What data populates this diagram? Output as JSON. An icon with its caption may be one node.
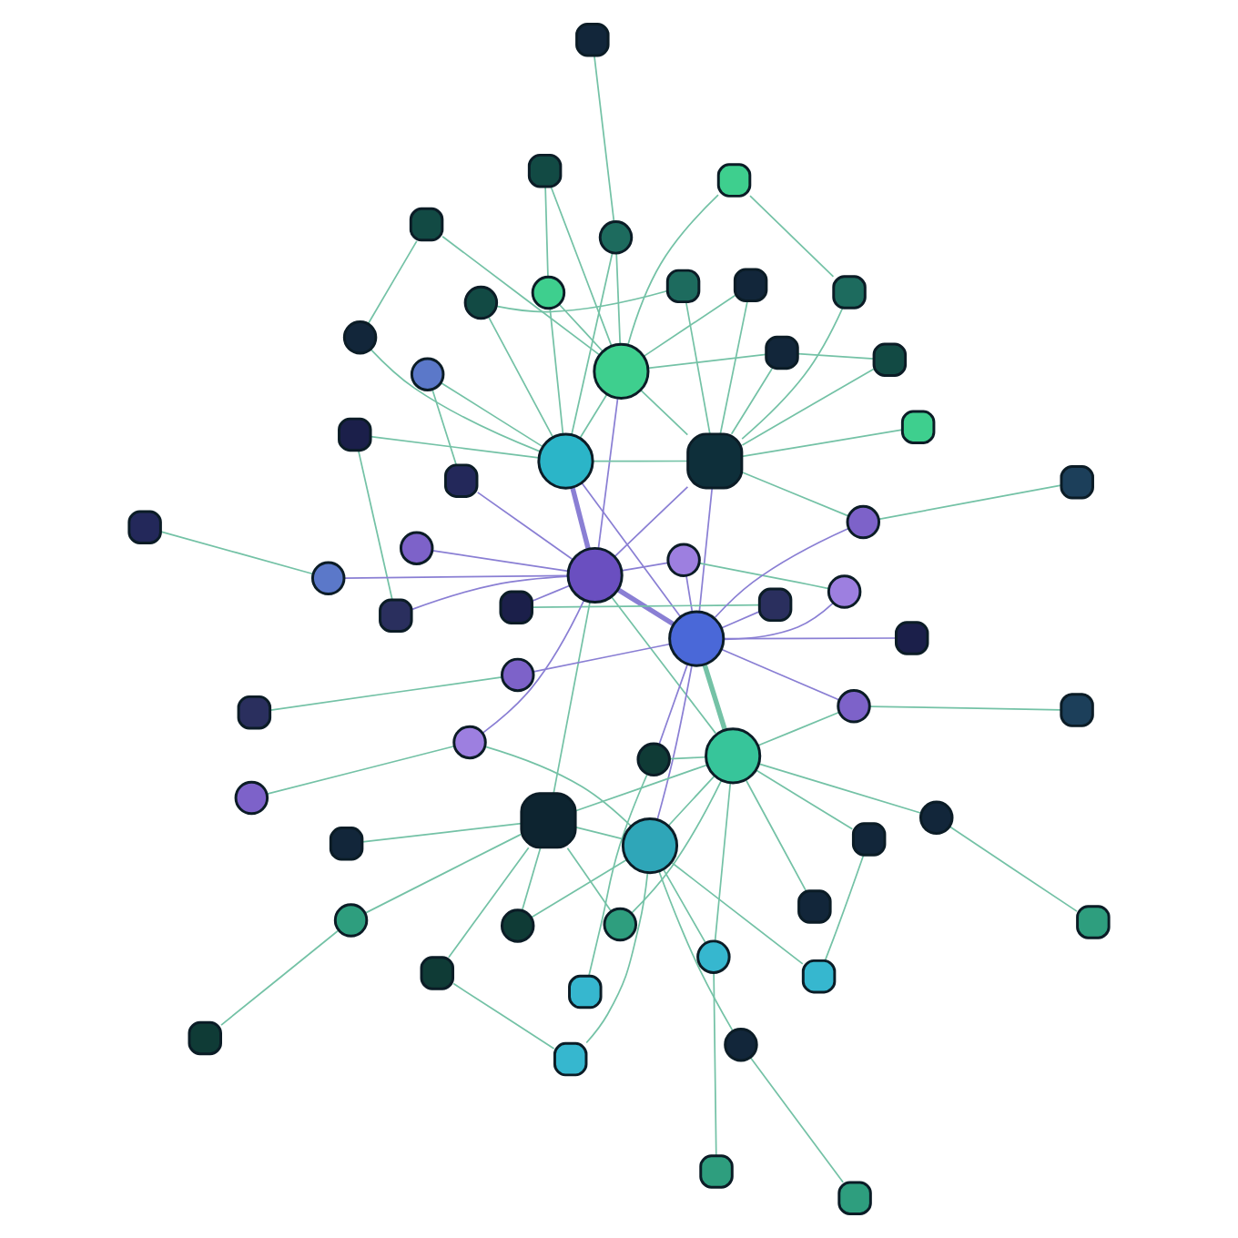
{
  "diagram": {
    "nodes": [
      {
        "text": [],
        "shape": "circle"
      },
      {
        "text": [],
        "shape": "circle"
      },
      {
        "text": [],
        "shape": "box"
      },
      {
        "text": [],
        "shape": "circle"
      },
      {
        "text": [],
        "shape": "circle"
      },
      {
        "text": [],
        "shape": "circle"
      },
      {
        "text": [],
        "shape": "box"
      },
      {
        "text": [],
        "shape": "circle"
      },
      {
        "text": [],
        "shape": "box"
      },
      {
        "text": [],
        "shape": "box"
      },
      {
        "text": [],
        "shape": "circle"
      },
      {
        "text": [],
        "shape": "box"
      },
      {
        "text": [],
        "shape": "box"
      },
      {
        "text": [],
        "shape": "circle"
      },
      {
        "text": [],
        "shape": "box"
      },
      {
        "text": [],
        "shape": "box"
      },
      {
        "text": [],
        "shape": "circle"
      },
      {
        "text": [],
        "shape": "box"
      },
      {
        "text": [],
        "shape": "box"
      },
      {
        "text": [],
        "shape": "circle"
      },
      {
        "text": [],
        "shape": "box"
      },
      {
        "text": [],
        "shape": "box"
      },
      {
        "text": [],
        "shape": "box"
      },
      {
        "text": [],
        "shape": "circle"
      },
      {
        "text": [],
        "shape": "box"
      },
      {
        "text": [],
        "shape": "circle"
      },
      {
        "text": [],
        "shape": "box"
      },
      {
        "text": [],
        "shape": "circle"
      },
      {
        "text": [],
        "shape": "box"
      },
      {
        "text": [],
        "shape": "circle"
      },
      {
        "text": [],
        "shape": "box"
      },
      {
        "text": [],
        "shape": "circle"
      },
      {
        "text": [],
        "shape": "box"
      },
      {
        "text": [],
        "shape": "circle"
      },
      {
        "text": [],
        "shape": "box"
      },
      {
        "text": [],
        "shape": "circle"
      },
      {
        "text": [],
        "shape": "box"
      },
      {
        "text": [],
        "shape": "box"
      },
      {
        "text": [],
        "shape": "circle"
      },
      {
        "text": [],
        "shape": "box"
      },
      {
        "text": [],
        "shape": "circle"
      },
      {
        "text": [],
        "shape": "box"
      },
      {
        "text": [],
        "shape": "box"
      },
      {
        "text": [],
        "shape": "circle"
      },
      {
        "text": [],
        "shape": "box"
      },
      {
        "text": [],
        "shape": "circle"
      },
      {
        "text": [],
        "shape": "box"
      },
      {
        "text": [],
        "shape": "box"
      },
      {
        "text": [],
        "shape": "circle"
      },
      {
        "text": [],
        "shape": "box"
      },
      {
        "text": [],
        "shape": "circle"
      },
      {
        "text": [],
        "shape": "box"
      },
      {
        "text": [],
        "shape": "box"
      },
      {
        "text": [],
        "shape": "circle"
      },
      {
        "text": [],
        "shape": "box"
      },
      {
        "text": [],
        "shape": "circle"
      },
      {
        "text": [],
        "shape": "box"
      },
      {
        "text": [],
        "shape": "circle"
      },
      {
        "text": [],
        "shape": "box"
      },
      {
        "text": [],
        "shape": "circle"
      }
    ],
    "edges": [
      {
        "from": 0,
        "to": 1,
        "arrow": "none"
      },
      {
        "from": 0,
        "to": 2,
        "arrow": "none"
      },
      {
        "from": 1,
        "to": 2,
        "arrow": "none"
      },
      {
        "from": 1,
        "to": 3,
        "arrow": "none",
        "style": "thick",
        "color": "#8a7fd4"
      },
      {
        "from": 2,
        "to": 3,
        "arrow": "none",
        "color": "#8a7fd4"
      },
      {
        "from": 3,
        "to": 4,
        "arrow": "none",
        "style": "thick",
        "color": "#8a7fd4"
      },
      {
        "from": 1,
        "to": 4,
        "arrow": "none",
        "color": "#8a7fd4"
      },
      {
        "from": 4,
        "to": 5,
        "arrow": "none",
        "style": "thick"
      },
      {
        "from": 3,
        "to": 5,
        "arrow": "none"
      },
      {
        "from": 5,
        "to": 6,
        "arrow": "none"
      },
      {
        "from": 6,
        "to": 7,
        "arrow": "none"
      },
      {
        "from": 5,
        "to": 7,
        "arrow": "none"
      },
      {
        "from": 4,
        "to": 7,
        "arrow": "none",
        "color": "#8a7fd4"
      },
      {
        "from": 0,
        "to": 3,
        "arrow": "none",
        "color": "#8a7fd4"
      },
      {
        "from": 2,
        "to": 4,
        "arrow": "none",
        "color": "#8a7fd4"
      },
      {
        "from": 3,
        "to": 6,
        "arrow": "none"
      },
      {
        "from": 8,
        "to": 0,
        "arrow": "none"
      },
      {
        "from": 8,
        "to": 2,
        "arrow": "none"
      },
      {
        "from": 9,
        "to": 0,
        "arrow": "none"
      },
      {
        "from": 10,
        "to": 0,
        "arrow": "none"
      },
      {
        "from": 10,
        "to": 1,
        "arrow": "none"
      },
      {
        "from": 11,
        "to": 2,
        "arrow": "none"
      },
      {
        "from": 12,
        "to": 2,
        "arrow": "none"
      },
      {
        "from": 12,
        "to": 0,
        "arrow": "none"
      },
      {
        "from": 13,
        "to": 1,
        "arrow": "none"
      },
      {
        "from": 14,
        "to": 0,
        "arrow": "none"
      },
      {
        "from": 15,
        "to": 2,
        "arrow": "none"
      },
      {
        "from": 15,
        "to": 13,
        "arrow": "none"
      },
      {
        "from": 16,
        "to": 1,
        "arrow": "none"
      },
      {
        "from": 17,
        "to": 16,
        "arrow": "none"
      },
      {
        "from": 17,
        "to": 0,
        "arrow": "none"
      },
      {
        "from": 18,
        "to": 2,
        "arrow": "none"
      },
      {
        "from": 19,
        "to": 0,
        "arrow": "none"
      },
      {
        "from": 19,
        "to": 1,
        "arrow": "none"
      },
      {
        "from": 20,
        "to": 19,
        "arrow": "none"
      },
      {
        "from": 21,
        "to": 2,
        "arrow": "none"
      },
      {
        "from": 21,
        "to": 8,
        "arrow": "none"
      },
      {
        "from": 9,
        "to": 10,
        "arrow": "none"
      },
      {
        "from": 11,
        "to": 14,
        "arrow": "none"
      },
      {
        "from": 22,
        "to": 3,
        "arrow": "none",
        "color": "#8a7fd4"
      },
      {
        "from": 23,
        "to": 3,
        "arrow": "none",
        "color": "#8a7fd4"
      },
      {
        "from": 23,
        "to": 4,
        "arrow": "none",
        "color": "#8a7fd4"
      },
      {
        "from": 24,
        "to": 1,
        "arrow": "none"
      },
      {
        "from": 25,
        "to": 3,
        "arrow": "none",
        "color": "#8a7fd4"
      },
      {
        "from": 26,
        "to": 4,
        "arrow": "none",
        "color": "#8a7fd4"
      },
      {
        "from": 27,
        "to": 23,
        "arrow": "none"
      },
      {
        "from": 27,
        "to": 4,
        "arrow": "none",
        "color": "#8a7fd4"
      },
      {
        "from": 28,
        "to": 3,
        "arrow": "none",
        "color": "#8a7fd4"
      },
      {
        "from": 29,
        "to": 4,
        "arrow": "none",
        "color": "#8a7fd4"
      },
      {
        "from": 30,
        "to": 29,
        "arrow": "none"
      },
      {
        "from": 31,
        "to": 3,
        "arrow": "none",
        "color": "#8a7fd4"
      },
      {
        "from": 31,
        "to": 7,
        "arrow": "none"
      },
      {
        "from": 32,
        "to": 4,
        "arrow": "none",
        "color": "#8a7fd4"
      },
      {
        "from": 33,
        "to": 31,
        "arrow": "none"
      },
      {
        "from": 24,
        "to": 22,
        "arrow": "none"
      },
      {
        "from": 26,
        "to": 28,
        "arrow": "none"
      },
      {
        "from": 34,
        "to": 5,
        "arrow": "none"
      },
      {
        "from": 35,
        "to": 5,
        "arrow": "none"
      },
      {
        "from": 35,
        "to": 6,
        "arrow": "none"
      },
      {
        "from": 36,
        "to": 6,
        "arrow": "none"
      },
      {
        "from": 37,
        "to": 7,
        "arrow": "none"
      },
      {
        "from": 38,
        "to": 5,
        "arrow": "none"
      },
      {
        "from": 39,
        "to": 38,
        "arrow": "none"
      },
      {
        "from": 40,
        "to": 6,
        "arrow": "none"
      },
      {
        "from": 40,
        "to": 7,
        "arrow": "none"
      },
      {
        "from": 41,
        "to": 7,
        "arrow": "none"
      },
      {
        "from": 42,
        "to": 5,
        "arrow": "none"
      },
      {
        "from": 43,
        "to": 6,
        "arrow": "none"
      },
      {
        "from": 44,
        "to": 43,
        "arrow": "none"
      },
      {
        "from": 45,
        "to": 7,
        "arrow": "none"
      },
      {
        "from": 45,
        "to": 5,
        "arrow": "none"
      },
      {
        "from": 46,
        "to": 6,
        "arrow": "none"
      },
      {
        "from": 47,
        "to": 45,
        "arrow": "none"
      },
      {
        "from": 48,
        "to": 5,
        "arrow": "none"
      },
      {
        "from": 48,
        "to": 4,
        "arrow": "none",
        "color": "#8a7fd4"
      },
      {
        "from": 49,
        "to": 48,
        "arrow": "none"
      },
      {
        "from": 50,
        "to": 7,
        "arrow": "none"
      },
      {
        "from": 51,
        "to": 50,
        "arrow": "none"
      },
      {
        "from": 36,
        "to": 37,
        "arrow": "none"
      },
      {
        "from": 41,
        "to": 42,
        "arrow": "none"
      },
      {
        "from": 52,
        "to": 3,
        "arrow": "none",
        "color": "#8a7fd4"
      },
      {
        "from": 53,
        "to": 4,
        "arrow": "none",
        "color": "#8a7fd4"
      },
      {
        "from": 53,
        "to": 2,
        "arrow": "none"
      },
      {
        "from": 54,
        "to": 53,
        "arrow": "none"
      },
      {
        "from": 55,
        "to": 3,
        "arrow": "none",
        "color": "#8a7fd4"
      },
      {
        "from": 56,
        "to": 55,
        "arrow": "none"
      },
      {
        "from": 57,
        "to": 4,
        "arrow": "none",
        "color": "#8a7fd4"
      },
      {
        "from": 57,
        "to": 5,
        "arrow": "none"
      },
      {
        "from": 58,
        "to": 57,
        "arrow": "none"
      },
      {
        "from": 59,
        "to": 52,
        "arrow": "none"
      },
      {
        "from": 59,
        "to": 1,
        "arrow": "none"
      }
    ]
  }
}
